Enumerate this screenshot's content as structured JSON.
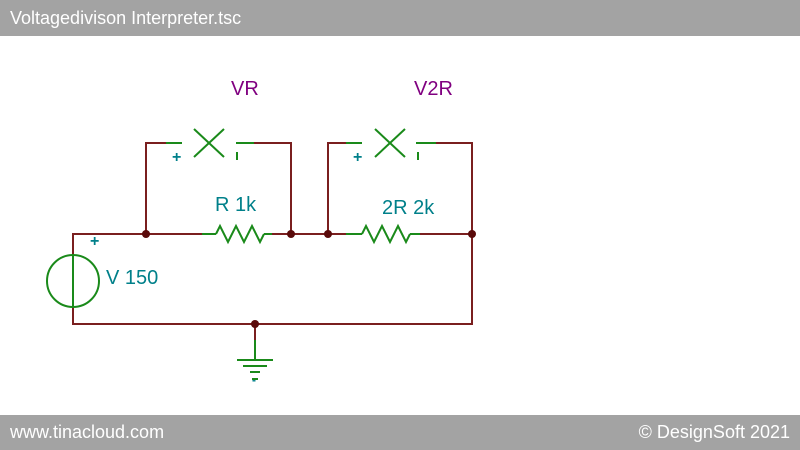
{
  "window": {
    "title": "Voltagedivison Interpreter.tsc"
  },
  "footer": {
    "left": "www.tinacloud.com",
    "right": "© DesignSoft 2021"
  },
  "circuit": {
    "meter_vr": "VR",
    "meter_v2r": "V2R",
    "resistor_r": "R 1k",
    "resistor_2r": "2R 2k",
    "source": "V 150",
    "plus": "+",
    "minus": "-",
    "colors": {
      "wire": "#7a1f1f",
      "component": "#1a8a1a",
      "label": "#00808a",
      "meter_label": "#800080",
      "node": "#5a0a0a"
    }
  }
}
